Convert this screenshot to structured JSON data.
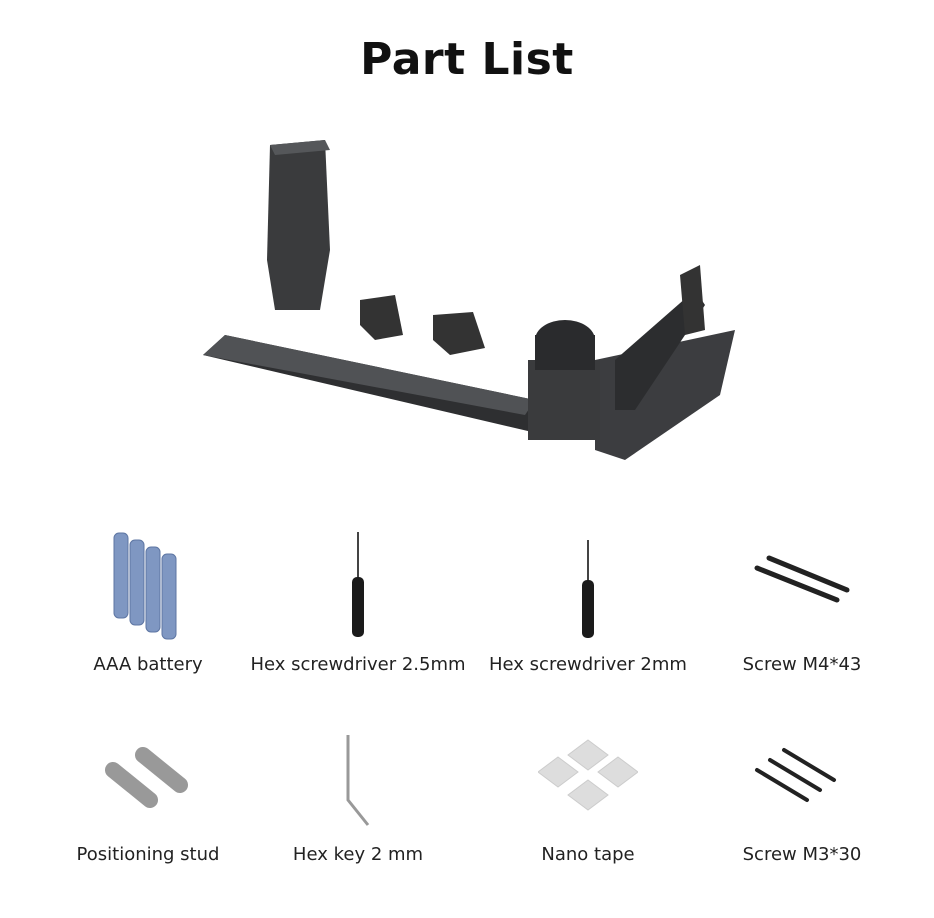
{
  "title": "Part List",
  "main_assembly": {
    "icon": "rotary-roller-assembly"
  },
  "parts": [
    {
      "label": "AAA battery",
      "icon": "battery-icon"
    },
    {
      "label": "Hex screwdriver 2.5mm",
      "icon": "screwdriver-icon"
    },
    {
      "label": "Hex screwdriver 2mm",
      "icon": "screwdriver-icon"
    },
    {
      "label": "Screw M4*43",
      "icon": "screw-icon"
    },
    {
      "label": "Positioning stud",
      "icon": "stud-icon"
    },
    {
      "label": "Hex key 2 mm",
      "icon": "hex-key-icon"
    },
    {
      "label": "Nano tape",
      "icon": "tape-icon"
    },
    {
      "label": "Screw M3*30",
      "icon": "screw-icon"
    }
  ]
}
